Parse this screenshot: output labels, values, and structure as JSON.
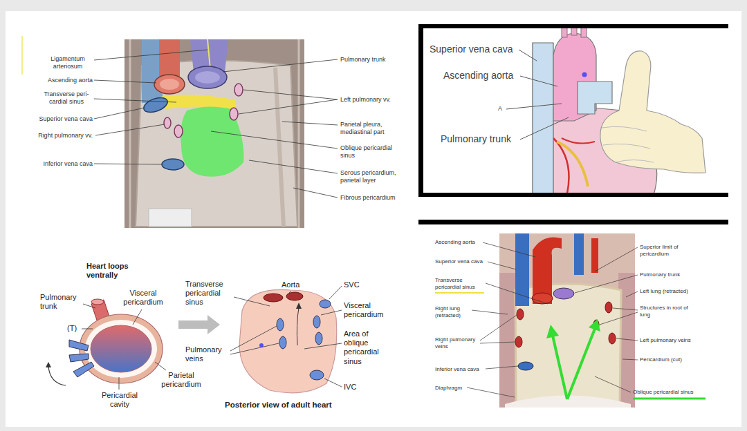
{
  "diagram": {
    "labels": [
      "Ligamentum arteriosum",
      "Ascending aorta",
      "Transverse peri- cardial sinus",
      "Superior vena cava",
      "Right pulmonary vv.",
      "Inferior vena cava",
      "Pulmonary trunk",
      "Left pulmonary vv.",
      "Parietal pleura, mediastinal part",
      "Oblique pericardial sinus",
      "Serous pericardium, parietal layer",
      "Fibrous pericardium",
      "Superior vena cava",
      "Ascending aorta",
      "A",
      "Pulmonary trunk",
      "Heart loops ventrally",
      "Pulmonary trunk",
      "Visceral pericardium",
      "(T)",
      "Pericardial cavity",
      "Parietal pericardium",
      "Transverse pericardial sinus",
      "Aorta",
      "SVC",
      "Visceral pericardium",
      "Pulmonary veins",
      "Area of oblique pericardial sinus",
      "IVC",
      "Posterior view of adult heart",
      "Ascending aorta",
      "Superior vena cava",
      "Transverse pericardial sinus",
      "Right lung (retracted)",
      "Right pulmonary veins",
      "Inferior vena cava",
      "Diaphragm",
      "Superior limit of pericardium",
      "Pulmonary trunk",
      "Left lung (retracted)",
      "Structures in root of lung",
      "Left pulmonary veins",
      "Pericardium (cut)",
      "Oblique pericardial sinus"
    ]
  }
}
